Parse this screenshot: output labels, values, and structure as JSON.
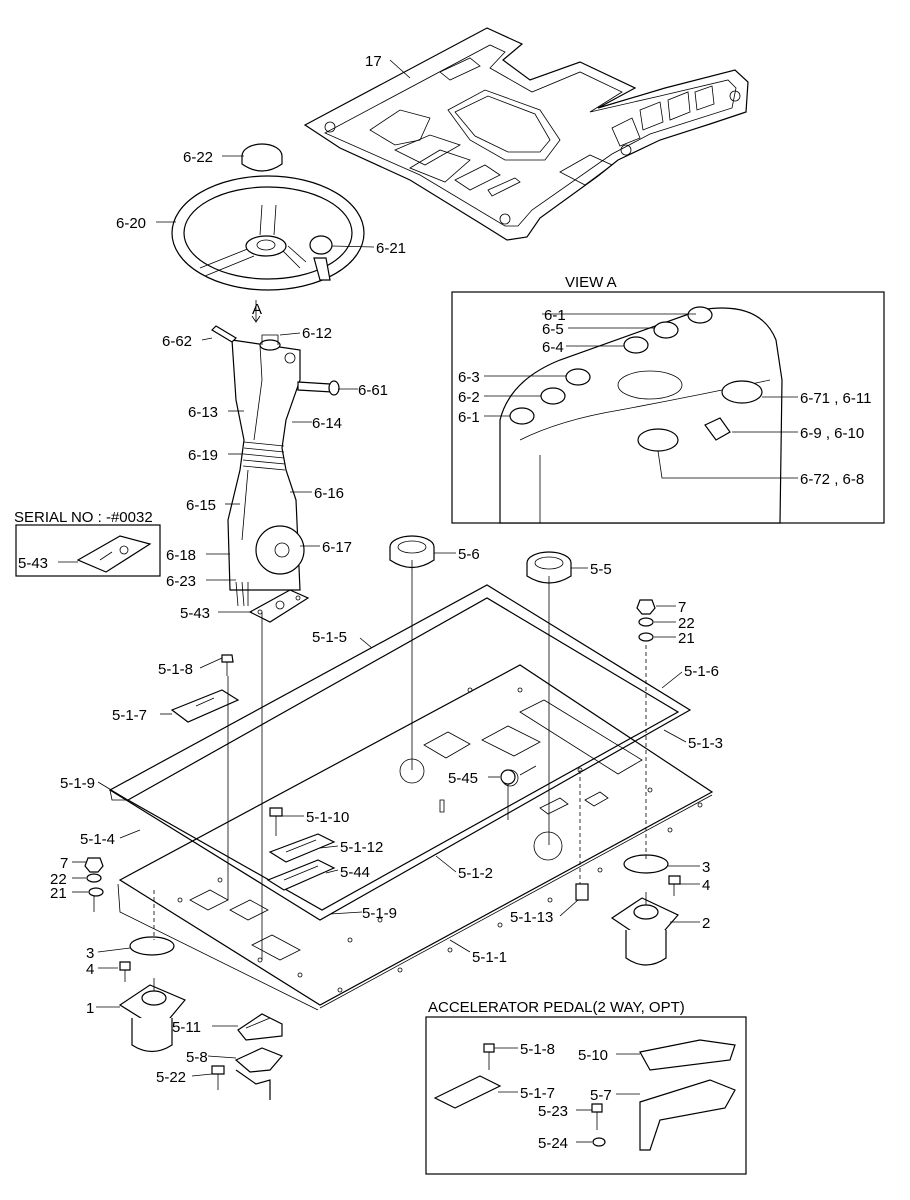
{
  "headers": {
    "view_a": "VIEW A",
    "serial": "SERIAL NO : -#0032",
    "accel": "ACCELERATOR PEDAL(2 WAY, OPT)",
    "view_arrow": "A"
  },
  "labels": [
    {
      "id": "l17",
      "text": "17"
    },
    {
      "id": "l622",
      "text": "6-22"
    },
    {
      "id": "l620",
      "text": "6-20"
    },
    {
      "id": "l621",
      "text": "6-21"
    },
    {
      "id": "l662",
      "text": "6-62"
    },
    {
      "id": "l612",
      "text": "6-12"
    },
    {
      "id": "l661",
      "text": "6-61"
    },
    {
      "id": "l613",
      "text": "6-13"
    },
    {
      "id": "l614",
      "text": "6-14"
    },
    {
      "id": "l619",
      "text": "6-19"
    },
    {
      "id": "l615",
      "text": "6-15"
    },
    {
      "id": "l616",
      "text": "6-16"
    },
    {
      "id": "l618",
      "text": "6-18"
    },
    {
      "id": "l617",
      "text": "6-17"
    },
    {
      "id": "l623",
      "text": "6-23"
    },
    {
      "id": "l543a",
      "text": "5-43"
    },
    {
      "id": "l543b",
      "text": "5-43"
    },
    {
      "id": "l56",
      "text": "5-6"
    },
    {
      "id": "l55",
      "text": "5-5"
    },
    {
      "id": "l515",
      "text": "5-1-5"
    },
    {
      "id": "l7a",
      "text": "7"
    },
    {
      "id": "l22a",
      "text": "22"
    },
    {
      "id": "l21a",
      "text": "21"
    },
    {
      "id": "l518",
      "text": "5-1-8"
    },
    {
      "id": "l516",
      "text": "5-1-6"
    },
    {
      "id": "l517",
      "text": "5-1-7"
    },
    {
      "id": "l513",
      "text": "5-1-3"
    },
    {
      "id": "l519a",
      "text": "5-1-9"
    },
    {
      "id": "l545",
      "text": "5-45"
    },
    {
      "id": "l5110",
      "text": "5-1-10"
    },
    {
      "id": "l514",
      "text": "5-1-4"
    },
    {
      "id": "l5112",
      "text": "5-1-12"
    },
    {
      "id": "l544",
      "text": "5-44"
    },
    {
      "id": "l512",
      "text": "5-1-2"
    },
    {
      "id": "l7b",
      "text": "7"
    },
    {
      "id": "l22b",
      "text": "22"
    },
    {
      "id": "l21b",
      "text": "21"
    },
    {
      "id": "l3a",
      "text": "3"
    },
    {
      "id": "l4a",
      "text": "4"
    },
    {
      "id": "l519b",
      "text": "5-1-9"
    },
    {
      "id": "l5113",
      "text": "5-1-13"
    },
    {
      "id": "l2",
      "text": "2"
    },
    {
      "id": "l3b",
      "text": "3"
    },
    {
      "id": "l4b",
      "text": "4"
    },
    {
      "id": "l511",
      "text": "5-1-1"
    },
    {
      "id": "l1",
      "text": "1"
    },
    {
      "id": "l511b",
      "text": "5-11"
    },
    {
      "id": "l58",
      "text": "5-8"
    },
    {
      "id": "l522",
      "text": "5-22"
    },
    {
      "id": "v61a",
      "text": "6-1"
    },
    {
      "id": "v65",
      "text": "6-5"
    },
    {
      "id": "v64",
      "text": "6-4"
    },
    {
      "id": "v63",
      "text": "6-3"
    },
    {
      "id": "v62",
      "text": "6-2"
    },
    {
      "id": "v61b",
      "text": "6-1"
    },
    {
      "id": "v671",
      "text": "6-71 , 6-11"
    },
    {
      "id": "v69",
      "text": "6-9  , 6-10"
    },
    {
      "id": "v672",
      "text": "6-72 , 6-8"
    },
    {
      "id": "a518",
      "text": "5-1-8"
    },
    {
      "id": "a510",
      "text": "5-10"
    },
    {
      "id": "a517",
      "text": "5-1-7"
    },
    {
      "id": "a57",
      "text": "5-7"
    },
    {
      "id": "a523",
      "text": "5-23"
    },
    {
      "id": "a524",
      "text": "5-24"
    }
  ]
}
